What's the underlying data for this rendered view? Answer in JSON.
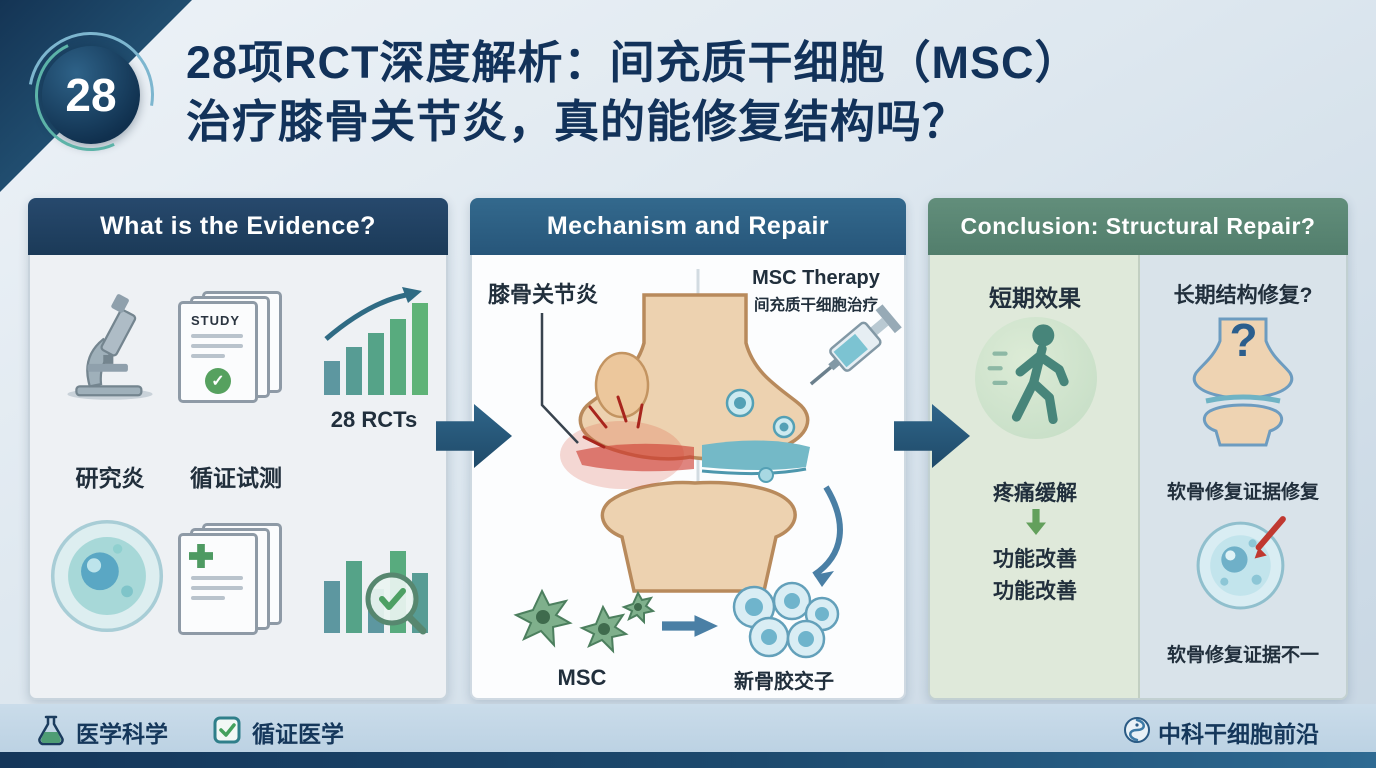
{
  "header": {
    "badge": "28",
    "title_line1": "28项RCT深度解析：间充质干细胞（MSC）",
    "title_line2": "治疗膝骨关节炎，真的能修复结构吗？"
  },
  "panel_evidence": {
    "title": "What is the Evidence?",
    "study_doc_label": "STUDY",
    "rct_count_label": "28 RCTs",
    "microscope_caption": "研究炎",
    "documents_caption": "循证试测"
  },
  "panel_mechanism": {
    "title": "Mechanism and Repair",
    "condition_label": "膝骨关节炎",
    "therapy_label_en": "MSC Therapy",
    "therapy_label_zh": "间充质干细胞治疗",
    "msc_caption": "MSC",
    "new_cells_caption": "新骨胶交子"
  },
  "panel_conclusion": {
    "title": "Conclusion: Structural Repair?",
    "short_term_heading": "短期效果",
    "short_term_item1": "疼痛缓解",
    "short_term_item2": "功能改善",
    "short_term_item3": "功能改善",
    "long_term_heading": "长期结构修复?",
    "long_term_item1": "软骨修复证据修复",
    "long_term_item2": "软骨修复证据不一"
  },
  "footer": {
    "tag1": "医学科学",
    "tag2": "循证医学",
    "brand": "中科干细胞前沿"
  },
  "icons": {
    "check": "✓",
    "question_mark": "?"
  },
  "colors": {
    "navy": "#16365a",
    "panel1_header": "#1f4266",
    "panel2_header": "#2e6487",
    "panel3_header": "#5d8977",
    "arrow": "#2a5878",
    "short_term_bg": "#dfe9da",
    "long_term_bg": "#d9e3ea",
    "footer_bg": "#c2d6e6"
  }
}
